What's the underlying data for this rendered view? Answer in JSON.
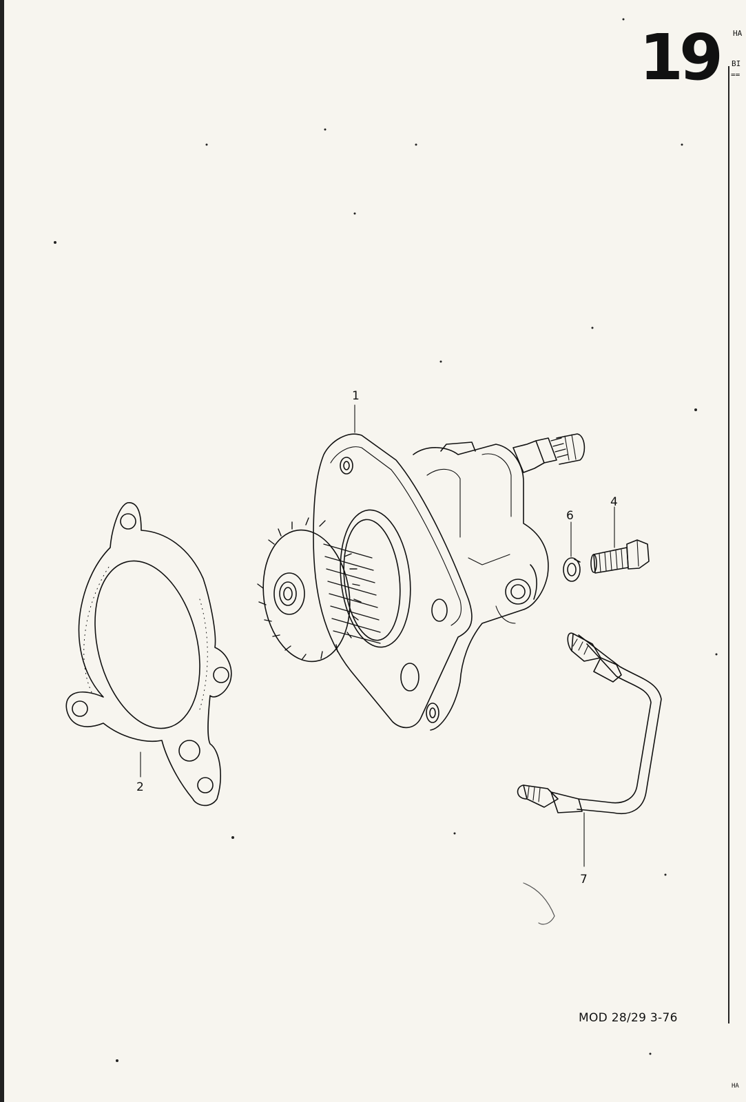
{
  "sheet": {
    "page_number": "19",
    "header_fragment_1": "HA",
    "header_fragment_2": "BI",
    "header_rule": "==",
    "header_fragment_3": "HA",
    "footer_code": "MOD 28/29  3-76"
  },
  "callouts": [
    {
      "id": "callout-1",
      "label": "1"
    },
    {
      "id": "callout-2",
      "label": "2"
    },
    {
      "id": "callout-4",
      "label": "4"
    },
    {
      "id": "callout-6",
      "label": "6"
    },
    {
      "id": "callout-7",
      "label": "7"
    }
  ],
  "colors": {
    "ink": "#111111",
    "paper": "#f7f5ef"
  }
}
